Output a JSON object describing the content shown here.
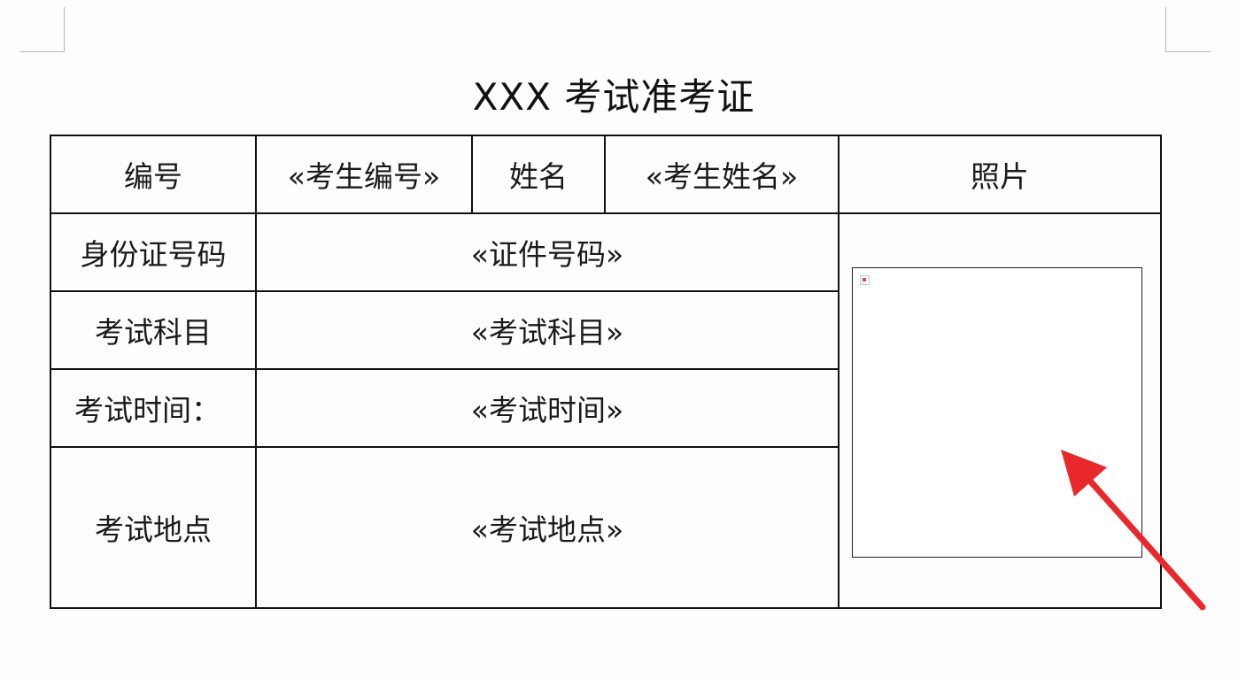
{
  "title": "XXX 考试准考证",
  "table": {
    "row1": {
      "number_label": "编号",
      "number_value": "«考生编号»",
      "name_label": "姓名",
      "name_value": "«考生姓名»",
      "photo_label": "照片"
    },
    "id_label": "身份证号码",
    "id_value": "«证件号码»",
    "subject_label": "考试科目",
    "subject_value": "«考试科目»",
    "time_label": "考试时间：",
    "time_value": "«考试时间»",
    "place_label": "考试地点",
    "place_value": "«考试地点»"
  },
  "colors": {
    "arrow": "#e8282b",
    "border": "#111111"
  },
  "icons": [
    "broken-image-icon",
    "red-arrow-annotation"
  ]
}
